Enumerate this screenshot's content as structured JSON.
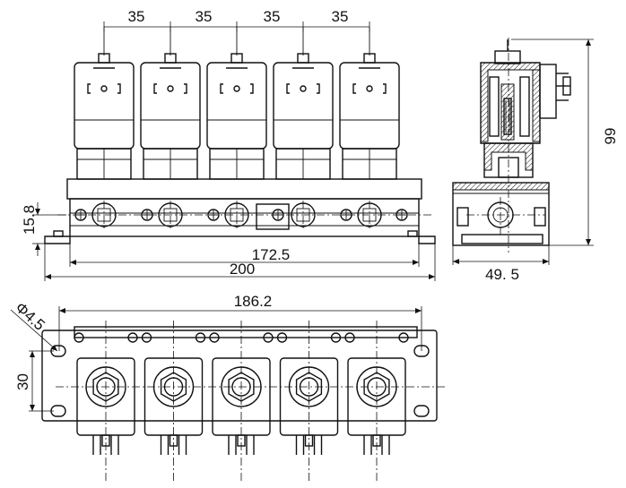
{
  "dimensions": {
    "pitch_1": "35",
    "pitch_2": "35",
    "pitch_3": "35",
    "pitch_4": "35",
    "base_height": "15.8",
    "mount_spacing": "172.5",
    "overall_length": "200",
    "side_height": "99",
    "side_width": "49. 5",
    "bottom_length": "186.2",
    "bottom_hole_spacing": "30",
    "hole_diameter": "Φ4.5"
  },
  "valve_count": 5,
  "colors": {
    "line": "#111111",
    "background": "#ffffff"
  }
}
